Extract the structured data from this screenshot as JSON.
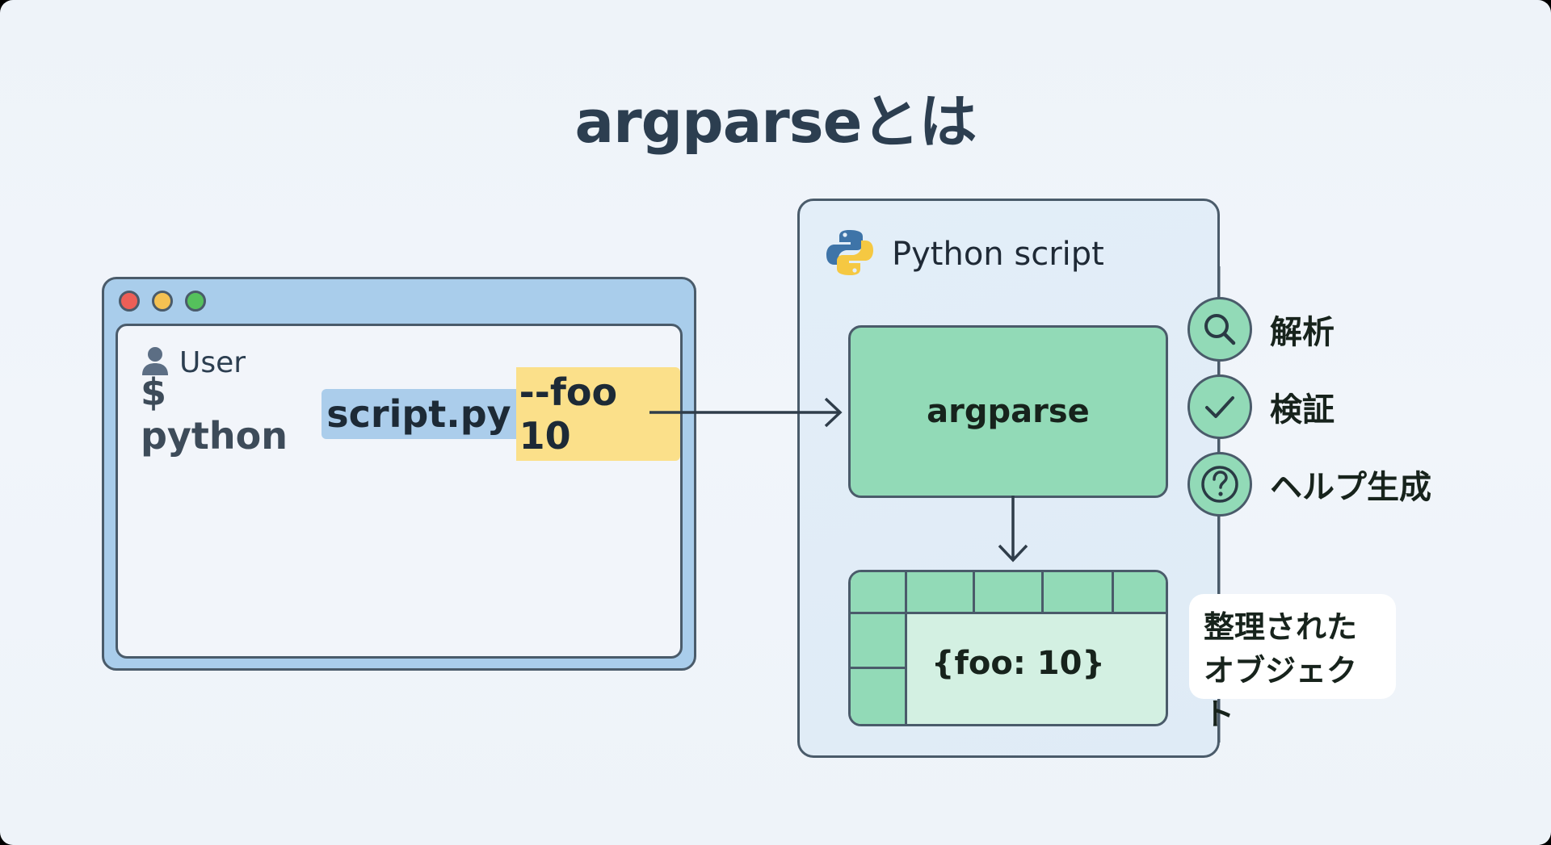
{
  "title": "argparseとは",
  "terminal": {
    "window_controls": [
      "close",
      "minimize",
      "maximize"
    ],
    "user_label": "User",
    "command": {
      "prompt_part": "$ python",
      "script_part": "script.py",
      "args_part": "--foo 10"
    },
    "colors": {
      "frame": "#a9cdeb",
      "script_highlight": "#abcdeb",
      "args_highlight": "#fbe08a"
    }
  },
  "python_script": {
    "title": "Python script",
    "parser_label": "argparse",
    "result_object": "{foo: 10}",
    "colors": {
      "accent": "#92dab7",
      "result_fill": "#d3f0e2"
    }
  },
  "features": [
    {
      "label": "解析",
      "icon": "search-icon"
    },
    {
      "label": "検証",
      "icon": "check-icon"
    },
    {
      "label": "ヘルプ生成",
      "icon": "help-icon"
    }
  ],
  "result_caption": {
    "line1": "整理された",
    "line2": "オブジェクト"
  }
}
